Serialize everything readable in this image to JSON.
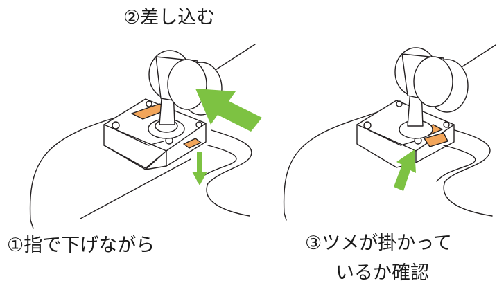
{
  "captions": {
    "step2": "②差し込む",
    "step1": "①指で下げながら",
    "step3_line1": "③ツメが掛かって",
    "step3_line2": "いるか確認"
  },
  "colors": {
    "arrow_green": "#7dc242",
    "latch_orange": "#f2a55a",
    "line": "#231f20"
  },
  "icons": {
    "push_arrow": "large-green-arrow",
    "pull_down_arrow": "green-down-arrow",
    "check_arrow": "green-up-arrow"
  }
}
